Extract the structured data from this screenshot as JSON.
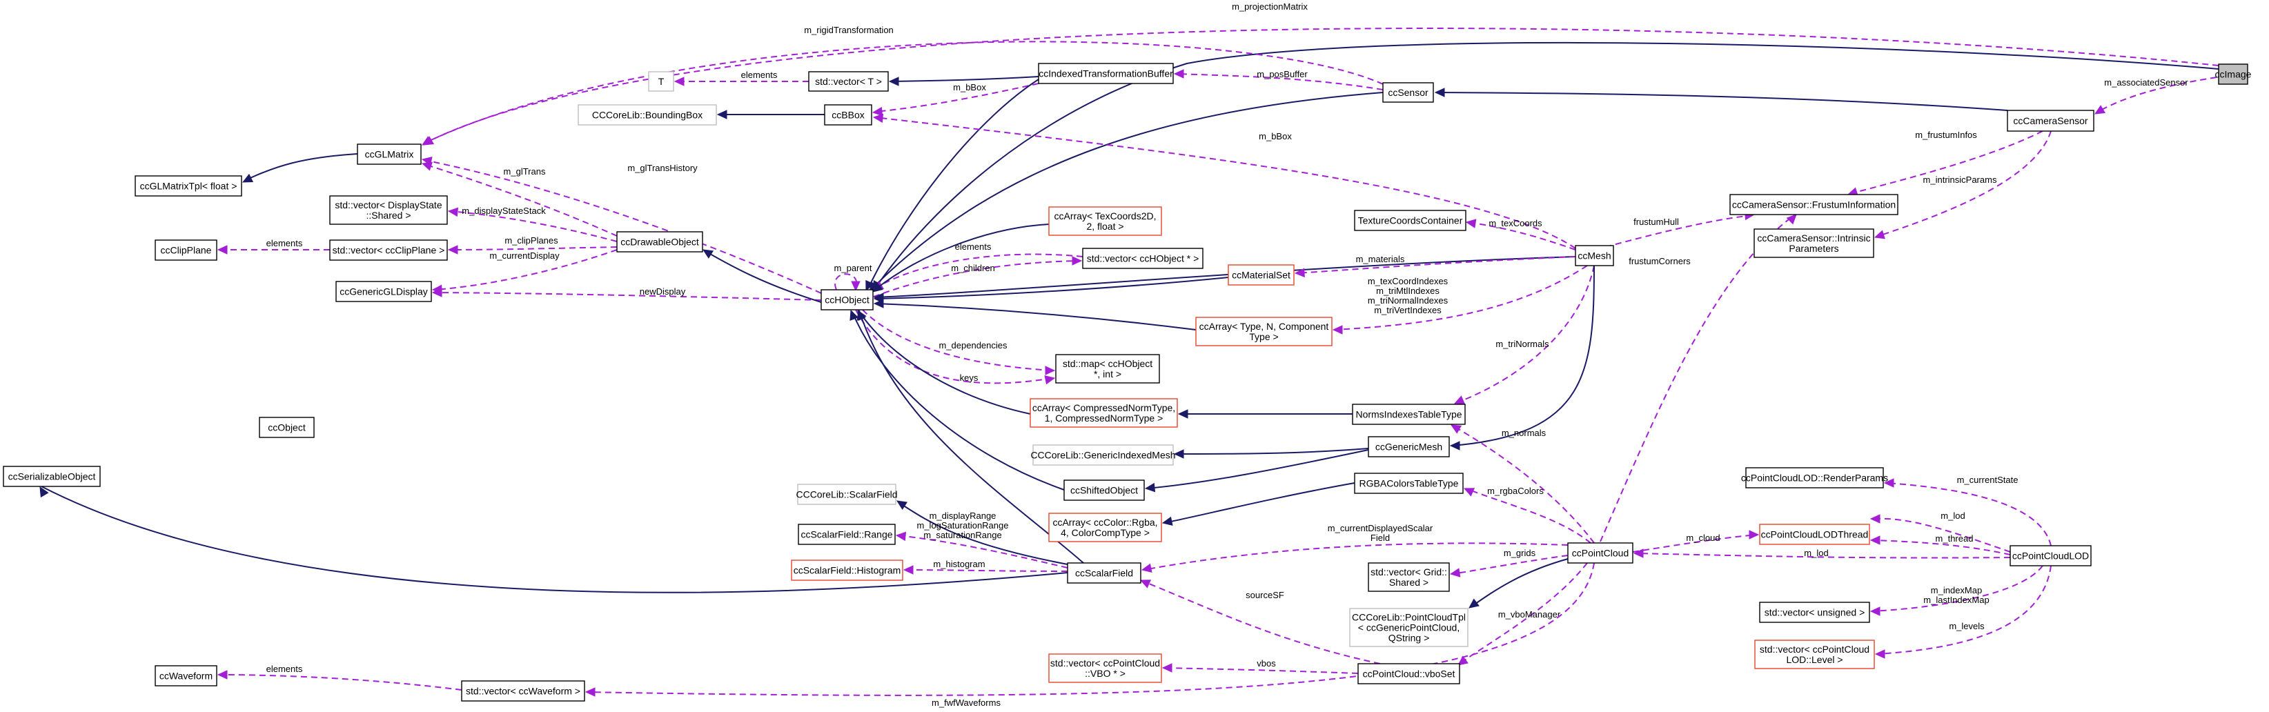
{
  "diagram": {
    "focus_node": "ccImage",
    "colors": {
      "inheritance": "#1a1a66",
      "usage": "#a31fd6",
      "template_border": "#e8442a",
      "external_border": "#bfbfbf",
      "focus_fill": "#bfbfbf"
    },
    "nodes": [
      {
        "id": "ccImage",
        "kind": "focus",
        "lines": [
          "ccImage"
        ]
      },
      {
        "id": "ccCameraSensor",
        "kind": "std",
        "lines": [
          "ccCameraSensor"
        ]
      },
      {
        "id": "ccSensor",
        "kind": "std",
        "lines": [
          "ccSensor"
        ]
      },
      {
        "id": "ccIndexedTransformationBuffer",
        "kind": "std",
        "lines": [
          "ccIndexedTransformationBuffer"
        ]
      },
      {
        "id": "stdVectorT",
        "kind": "std",
        "lines": [
          "std::vector< T >"
        ]
      },
      {
        "id": "T",
        "kind": "ext",
        "lines": [
          "T"
        ]
      },
      {
        "id": "BoundingBox",
        "kind": "ext",
        "lines": [
          "CCCoreLib::BoundingBox"
        ]
      },
      {
        "id": "ccBBox",
        "kind": "std",
        "lines": [
          "ccBBox"
        ]
      },
      {
        "id": "ccGLMatrix",
        "kind": "std",
        "lines": [
          "ccGLMatrix"
        ]
      },
      {
        "id": "ccGLMatrixTpl",
        "kind": "std",
        "lines": [
          "ccGLMatrixTpl< float >"
        ]
      },
      {
        "id": "stdVectorDisplayState",
        "kind": "std",
        "lines": [
          "std::vector< DisplayState",
          "::Shared >"
        ]
      },
      {
        "id": "ccClipPlane",
        "kind": "std",
        "lines": [
          "ccClipPlane"
        ]
      },
      {
        "id": "stdVectorClipPlane",
        "kind": "std",
        "lines": [
          "std::vector< ccClipPlane >"
        ]
      },
      {
        "id": "ccDrawableObject",
        "kind": "std",
        "lines": [
          "ccDrawableObject"
        ]
      },
      {
        "id": "ccGenericGLDisplay",
        "kind": "std",
        "lines": [
          "ccGenericGLDisplay"
        ]
      },
      {
        "id": "ccHObject",
        "kind": "std",
        "lines": [
          "ccHObject"
        ]
      },
      {
        "id": "ccArrayTexCoords",
        "kind": "tmpl",
        "lines": [
          "ccArray< TexCoords2D,",
          "2, float >"
        ]
      },
      {
        "id": "stdVectorHObject",
        "kind": "std",
        "lines": [
          "std::vector< ccHObject * >"
        ]
      },
      {
        "id": "ccMaterialSet",
        "kind": "tmpl",
        "lines": [
          "ccMaterialSet"
        ]
      },
      {
        "id": "ccArrayType",
        "kind": "tmpl",
        "lines": [
          "ccArray< Type, N, Component",
          "Type >"
        ]
      },
      {
        "id": "stdMapHObject",
        "kind": "std",
        "lines": [
          "std::map< ccHObject",
          "*, int >"
        ]
      },
      {
        "id": "ccArrayNorm",
        "kind": "tmpl",
        "lines": [
          "ccArray< CompressedNormType,",
          "1, CompressedNormType >"
        ]
      },
      {
        "id": "TextureCoordsContainer",
        "kind": "std",
        "lines": [
          "TextureCoordsContainer"
        ]
      },
      {
        "id": "ccMesh",
        "kind": "std",
        "lines": [
          "ccMesh"
        ]
      },
      {
        "id": "NormsIndexesTableType",
        "kind": "std",
        "lines": [
          "NormsIndexesTableType"
        ]
      },
      {
        "id": "ccGenericMesh",
        "kind": "std",
        "lines": [
          "ccGenericMesh"
        ]
      },
      {
        "id": "GenericIndexedMesh",
        "kind": "ext",
        "lines": [
          "CCCoreLib::GenericIndexedMesh"
        ]
      },
      {
        "id": "ccShiftedObject",
        "kind": "std",
        "lines": [
          "ccShiftedObject"
        ]
      },
      {
        "id": "ccObject",
        "kind": "std",
        "lines": [
          "ccObject"
        ]
      },
      {
        "id": "ccSerializableObject",
        "kind": "std",
        "lines": [
          "ccSerializableObject"
        ]
      },
      {
        "id": "ScalarFieldCore",
        "kind": "ext",
        "lines": [
          "CCCoreLib::ScalarField"
        ]
      },
      {
        "id": "RGBAColorsTableType",
        "kind": "std",
        "lines": [
          "RGBAColorsTableType"
        ]
      },
      {
        "id": "ccArrayColor",
        "kind": "tmpl",
        "lines": [
          "ccArray< ccColor::Rgba,",
          "4, ColorCompType >"
        ]
      },
      {
        "id": "ccScalarFieldRange",
        "kind": "std",
        "lines": [
          "ccScalarField::Range"
        ]
      },
      {
        "id": "ccScalarFieldHistogram",
        "kind": "tmpl",
        "lines": [
          "ccScalarField::Histogram"
        ]
      },
      {
        "id": "ccScalarField",
        "kind": "std",
        "lines": [
          "ccScalarField"
        ]
      },
      {
        "id": "ccPointCloud",
        "kind": "std",
        "lines": [
          "ccPointCloud"
        ]
      },
      {
        "id": "stdVectorGrid",
        "kind": "std",
        "lines": [
          "std::vector< Grid::",
          "Shared >"
        ]
      },
      {
        "id": "PointCloudTpl",
        "kind": "ext",
        "lines": [
          "CCCoreLib::PointCloudTpl",
          "< ccGenericPointCloud,",
          "QString >"
        ]
      },
      {
        "id": "vboSet",
        "kind": "std",
        "lines": [
          "ccPointCloud::vboSet"
        ]
      },
      {
        "id": "stdVectorVBO",
        "kind": "tmpl",
        "lines": [
          "std::vector< ccPointCloud",
          "::VBO * >"
        ]
      },
      {
        "id": "ccWaveform",
        "kind": "std",
        "lines": [
          "ccWaveform"
        ]
      },
      {
        "id": "stdVectorWaveform",
        "kind": "std",
        "lines": [
          "std::vector< ccWaveform >"
        ]
      },
      {
        "id": "FrustumInformation",
        "kind": "std",
        "lines": [
          "ccCameraSensor::FrustumInformation"
        ]
      },
      {
        "id": "IntrinsicParameters",
        "kind": "std",
        "lines": [
          "ccCameraSensor::Intrinsic",
          "Parameters"
        ]
      },
      {
        "id": "RenderParams",
        "kind": "std",
        "lines": [
          "ccPointCloudLOD::RenderParams"
        ]
      },
      {
        "id": "ccPointCloudLODThread",
        "kind": "tmpl",
        "lines": [
          "ccPointCloudLODThread"
        ]
      },
      {
        "id": "ccPointCloudLOD",
        "kind": "std",
        "lines": [
          "ccPointCloudLOD"
        ]
      },
      {
        "id": "stdVectorUnsigned",
        "kind": "std",
        "lines": [
          "std::vector< unsigned >"
        ]
      },
      {
        "id": "stdVectorLevel",
        "kind": "tmpl",
        "lines": [
          "std::vector< ccPointCloud",
          "LOD::Level >"
        ]
      }
    ],
    "edges": [
      {
        "id": "e1",
        "type": "use",
        "label": [
          "m_associatedSensor"
        ]
      },
      {
        "id": "e2",
        "type": "inh",
        "label": []
      },
      {
        "id": "e3",
        "type": "inh",
        "label": []
      },
      {
        "id": "e4",
        "type": "inh",
        "label": []
      },
      {
        "id": "e5",
        "type": "use",
        "label": [
          "m_projectionMatrix"
        ]
      },
      {
        "id": "e6",
        "type": "use",
        "label": [
          "m_rigidTransformation"
        ]
      },
      {
        "id": "e7",
        "type": "use",
        "label": [
          "m_posBuffer"
        ]
      },
      {
        "id": "e8",
        "type": "inh",
        "label": []
      },
      {
        "id": "e9",
        "type": "use",
        "label": [
          "elements"
        ]
      },
      {
        "id": "e10",
        "type": "use",
        "label": [
          "m_bBox"
        ]
      },
      {
        "id": "e11",
        "type": "inh",
        "label": []
      },
      {
        "id": "e12",
        "type": "inh",
        "label": []
      },
      {
        "id": "e13",
        "type": "inh",
        "label": []
      },
      {
        "id": "e14",
        "type": "use",
        "label": [
          "m_glTransHistory"
        ]
      },
      {
        "id": "e15",
        "type": "use",
        "label": [
          "m_glTrans"
        ]
      },
      {
        "id": "e16",
        "type": "use",
        "label": [
          "m_displayStateStack"
        ]
      },
      {
        "id": "e17",
        "type": "use",
        "label": [
          "m_clipPlanes"
        ]
      },
      {
        "id": "e18",
        "type": "use",
        "label": [
          "elements"
        ]
      },
      {
        "id": "e19",
        "type": "use",
        "label": [
          "m_currentDisplay"
        ]
      },
      {
        "id": "e20",
        "type": "use",
        "label": [
          "newDisplay"
        ]
      },
      {
        "id": "e21",
        "type": "inh",
        "label": []
      },
      {
        "id": "e22",
        "type": "use",
        "label": [
          "m_parent"
        ]
      },
      {
        "id": "e23",
        "type": "use",
        "label": [
          "elements"
        ]
      },
      {
        "id": "e24",
        "type": "use",
        "label": [
          "m_children"
        ]
      },
      {
        "id": "e25",
        "type": "inh",
        "label": []
      },
      {
        "id": "e26",
        "type": "use",
        "label": [
          "m_dependencies"
        ]
      },
      {
        "id": "e27",
        "type": "use",
        "label": [
          "keys"
        ]
      },
      {
        "id": "e28",
        "type": "inh",
        "label": []
      },
      {
        "id": "e29",
        "type": "inh",
        "label": []
      },
      {
        "id": "e30",
        "type": "inh",
        "label": []
      },
      {
        "id": "e31",
        "type": "inh",
        "label": []
      },
      {
        "id": "e32",
        "type": "inh",
        "label": []
      },
      {
        "id": "e33",
        "type": "use",
        "label": [
          "m_bBox"
        ]
      },
      {
        "id": "e34",
        "type": "use",
        "label": [
          "m_texCoords"
        ]
      },
      {
        "id": "e35",
        "type": "use",
        "label": [
          "m_materials"
        ]
      },
      {
        "id": "e36",
        "type": "use",
        "label": [
          "m_texCoordIndexes",
          "m_triMtlIndexes",
          "m_triNormalIndexes",
          "m_triVertIndexes"
        ]
      },
      {
        "id": "e37",
        "type": "use",
        "label": [
          "m_triNormals"
        ]
      },
      {
        "id": "e38",
        "type": "inh",
        "label": []
      },
      {
        "id": "e39",
        "type": "inh",
        "label": []
      },
      {
        "id": "e40",
        "type": "inh",
        "label": []
      },
      {
        "id": "e41",
        "type": "inh",
        "label": []
      },
      {
        "id": "e42",
        "type": "inh",
        "label": []
      },
      {
        "id": "e43",
        "type": "inh",
        "label": []
      },
      {
        "id": "e44",
        "type": "use",
        "label": [
          "m_displayRange",
          "m_logSaturationRange",
          "m_saturationRange"
        ]
      },
      {
        "id": "e45",
        "type": "use",
        "label": [
          "m_histogram"
        ]
      },
      {
        "id": "e46",
        "type": "inh",
        "label": []
      },
      {
        "id": "e47",
        "type": "inh",
        "label": []
      },
      {
        "id": "e48",
        "type": "use",
        "label": [
          "m_currentDisplayedScalar",
          "Field"
        ]
      },
      {
        "id": "e49",
        "type": "use",
        "label": [
          "sourceSF"
        ]
      },
      {
        "id": "e50",
        "type": "use",
        "label": [
          "m_normals"
        ]
      },
      {
        "id": "e51",
        "type": "use",
        "label": [
          "m_rgbaColors"
        ]
      },
      {
        "id": "e52",
        "type": "use",
        "label": [
          "m_grids"
        ]
      },
      {
        "id": "e53",
        "type": "inh",
        "label": []
      },
      {
        "id": "e54",
        "type": "use",
        "label": [
          "m_vboManager"
        ]
      },
      {
        "id": "e55",
        "type": "use",
        "label": [
          "vbos"
        ]
      },
      {
        "id": "e56",
        "type": "use",
        "label": [
          "m_fwfWaveforms"
        ]
      },
      {
        "id": "e57",
        "type": "use",
        "label": [
          "elements"
        ]
      },
      {
        "id": "e58",
        "type": "use",
        "label": [
          "m_cloud"
        ]
      },
      {
        "id": "e59",
        "type": "use",
        "label": [
          "m_lod"
        ]
      },
      {
        "id": "e60",
        "type": "use",
        "label": [
          "m_lod"
        ]
      },
      {
        "id": "e61",
        "type": "use",
        "label": [
          "m_thread"
        ]
      },
      {
        "id": "e62",
        "type": "use",
        "label": [
          "m_currentState"
        ]
      },
      {
        "id": "e63",
        "type": "use",
        "label": [
          "m_indexMap",
          "m_lastIndexMap"
        ]
      },
      {
        "id": "e64",
        "type": "use",
        "label": [
          "m_levels"
        ]
      },
      {
        "id": "e65",
        "type": "use",
        "label": [
          "frustumHull"
        ]
      },
      {
        "id": "e66",
        "type": "use",
        "label": [
          "frustumCorners"
        ]
      },
      {
        "id": "e67",
        "type": "use",
        "label": [
          "m_frustumInfos"
        ]
      },
      {
        "id": "e68",
        "type": "use",
        "label": [
          "m_intrinsicParams"
        ]
      }
    ]
  }
}
